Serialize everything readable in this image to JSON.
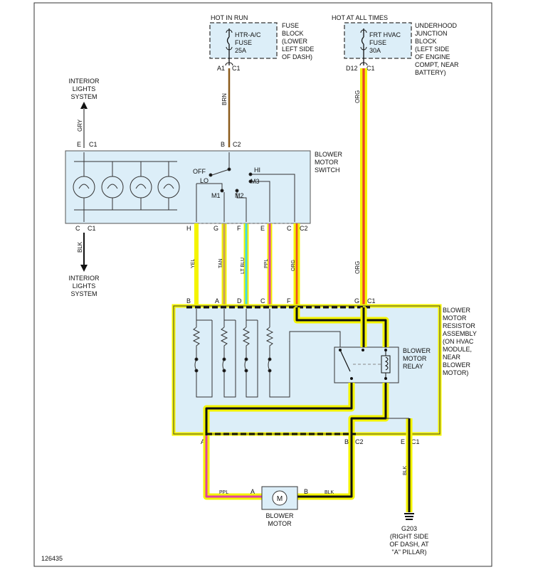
{
  "title": "Blower motor control wiring schematic",
  "diagram_id": "126435",
  "colors": {
    "box_fill": "#dceef8",
    "highlight": "#f4f400",
    "wire_dark": "#111111",
    "brn": "#8b5a1a",
    "orange": "#f08020",
    "red": "#e8202a",
    "pink": "#e040a0",
    "cyan": "#40d8e8",
    "tan": "#c8a060",
    "grey_line": "#666666"
  },
  "power": {
    "hot_in_run": "HOT IN RUN",
    "hot_at_all_times": "HOT AT ALL TIMES",
    "fuse1": {
      "name": "HTR-A/C",
      "l2": "FUSE",
      "rating": "25A",
      "conn_a": "A1",
      "conn_b": "C1"
    },
    "fuse1_location": [
      "FUSE",
      "BLOCK",
      "(LOWER",
      "LEFT SIDE",
      "OF DASH)"
    ],
    "fuse2": {
      "name": "FRT HVAC",
      "l2": "FUSE",
      "rating": "30A",
      "conn_a": "D12",
      "conn_b": "C1"
    },
    "fuse2_location": [
      "UNDERHOOD",
      "JUNCTION",
      "BLOCK",
      "(LEFT SIDE",
      "OF ENGINE",
      "COMPT, NEAR",
      "BATTERY)"
    ]
  },
  "interior_lights_top": [
    "INTERIOR",
    "LIGHTS",
    "SYSTEM"
  ],
  "interior_lights_bottom": [
    "INTERIOR",
    "LIGHTS",
    "SYSTEM"
  ],
  "switch": {
    "title": [
      "BLOWER",
      "MOTOR",
      "SWITCH"
    ],
    "off": "OFF",
    "lo": "LO",
    "hi": "HI",
    "m1": "M1",
    "m2": "M2",
    "m3": "M3",
    "top_left_pin": "E",
    "top_left_conn": "C1",
    "top_right_pin": "B",
    "top_right_conn": "C2",
    "bottom_left_pin": "C",
    "bottom_left_conn": "C1",
    "bottom_pins": [
      "H",
      "G",
      "F",
      "E",
      "C"
    ],
    "bottom_conn": "C2"
  },
  "wires": {
    "brn": "BRN",
    "gry": "GRY",
    "blk_left": "BLK",
    "yel": "YEL",
    "tan": "TAN",
    "lt_blu": "LT BLU",
    "ppl": "PPL",
    "org1": "ORG",
    "org2": "ORG",
    "org3": "ORG",
    "ppl_motor": "PPL",
    "blk_motor": "BLK",
    "blk_ground": "BLK"
  },
  "resistor": {
    "title": [
      "BLOWER",
      "MOTOR",
      "RESISTOR",
      "ASSEMBLY",
      "(ON HVAC",
      "MODULE,",
      "NEAR",
      "BLOWER",
      "MOTOR)"
    ],
    "relay": [
      "BLOWER",
      "MOTOR",
      "RELAY"
    ],
    "top_pins": [
      "B",
      "A",
      "D",
      "C",
      "F",
      "G"
    ],
    "top_conn": "C1",
    "bottom_pins": [
      "A",
      "B",
      "E"
    ],
    "bottom_conn_b": "C2",
    "bottom_conn_e": "C1"
  },
  "motor": {
    "label": [
      "BLOWER",
      "MOTOR"
    ],
    "symbol": "M",
    "pin_a": "A",
    "pin_b": "B"
  },
  "ground": {
    "id": "G203",
    "location": [
      "(RIGHT SIDE",
      "OF DASH, AT",
      "\"A\" PILLAR)"
    ]
  }
}
